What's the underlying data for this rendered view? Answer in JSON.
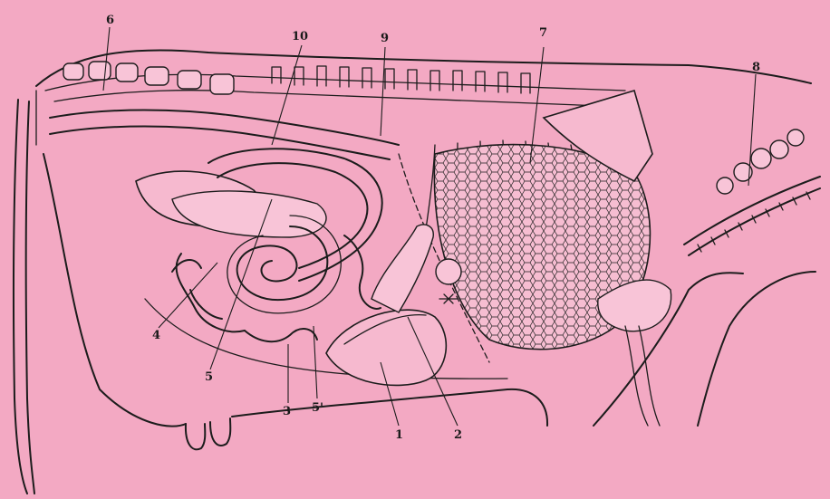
{
  "diagram": {
    "background": "#f3a9c3",
    "ink": "#1c1c1c",
    "labels": [
      {
        "id": "1",
        "text": "1"
      },
      {
        "id": "2",
        "text": "2"
      },
      {
        "id": "3",
        "text": "3"
      },
      {
        "id": "4",
        "text": "4"
      },
      {
        "id": "5",
        "text": "5"
      },
      {
        "id": "5p",
        "text": "5'"
      },
      {
        "id": "6",
        "text": "6"
      },
      {
        "id": "7",
        "text": "7"
      },
      {
        "id": "8",
        "text": "8"
      },
      {
        "id": "9",
        "text": "9"
      },
      {
        "id": "10",
        "text": "10"
      }
    ]
  }
}
